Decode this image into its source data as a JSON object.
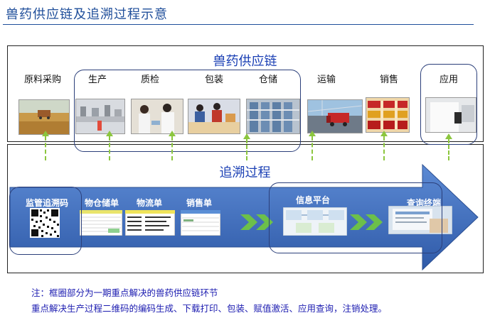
{
  "title": "兽药供应链及追溯过程示意",
  "supply_chain": {
    "heading": "兽药供应链",
    "stages": [
      {
        "label": "原料采购",
        "scene": "wheat-field-harvest"
      },
      {
        "label": "生产",
        "scene": "production-line"
      },
      {
        "label": "质检",
        "scene": "lab-inspection"
      },
      {
        "label": "包装",
        "scene": "packaging-workers"
      },
      {
        "label": "仓储",
        "scene": "warehouse-shelves"
      },
      {
        "label": "运输",
        "scene": "truck-on-bridge"
      },
      {
        "label": "销售",
        "scene": "retail-shelves"
      },
      {
        "label": "应用",
        "scene": "veterinary-application"
      }
    ]
  },
  "trace": {
    "heading": "追溯过程",
    "items": {
      "code": "监管追溯码",
      "warehouse": "物仓储单",
      "logistics": "物流单",
      "sales": "销售单",
      "platform": "信息平台",
      "terminal": "查询终端"
    }
  },
  "notes": {
    "line1": "注：框圈部分为一期重点解决的兽药供应链环节",
    "line2": "重点解决生产过程二维码的编码生成、下载打印、包装、赋值激活、应用查询，注销处理。"
  },
  "colors": {
    "heading_blue": "#1a3fb4",
    "arrow_blue": "#3f6fbf",
    "dash_green": "#8cc63e",
    "note_blue": "#1b1bb0"
  }
}
